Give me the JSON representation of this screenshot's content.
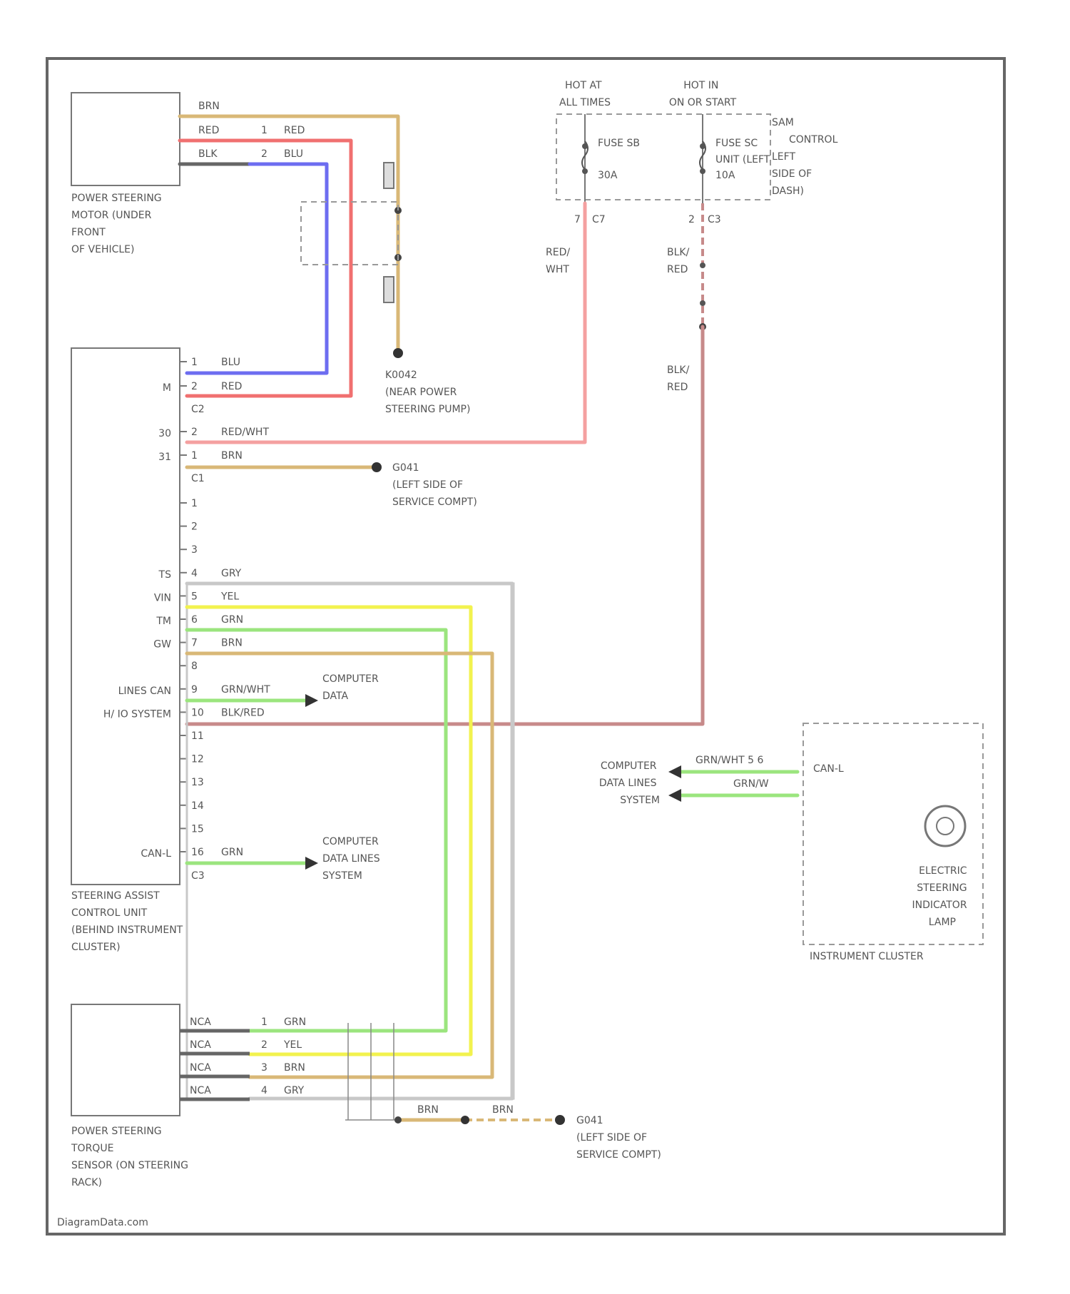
{
  "colors": {
    "brn": "#d9b877",
    "red": "#f07070",
    "blu": "#6d6df0",
    "yel": "#f2f24e",
    "grn": "#9be57e",
    "redwht": "#f4a0a0",
    "blkred": "#c78a8a",
    "gry": "#c8c8c8",
    "blk": "#666666"
  },
  "power": {
    "hot_at_all_times": [
      "HOT AT",
      "ALL TIMES"
    ],
    "hot_in_on_start": [
      "HOT IN",
      "ON OR START"
    ],
    "fuse_sb": "FUSE SB",
    "fuse_sb_amp": "30A",
    "fuse_sc": "FUSE SC",
    "fuse_sc_unit": "UNIT (LEFT",
    "fuse_sc_amp": "10A",
    "fuse_box_desc": [
      "SAM",
      "CONTROL",
      "LEFT",
      "SIDE OF",
      "DASH)"
    ],
    "conn_c7": "C7",
    "conn_c3": "C3",
    "pin_c7": "7",
    "pin_c3": "2",
    "wire_red_wht": [
      "RED/",
      "WHT"
    ],
    "wire_blk_red_top": [
      "BLK/",
      "RED"
    ],
    "wire_blk_red_bottom": [
      "BLK/",
      "RED"
    ]
  },
  "motor": {
    "label": [
      "POWER STEERING",
      "MOTOR (UNDER",
      "FRONT",
      "OF VEHICLE)"
    ],
    "w_brn": "BRN",
    "w_red": "RED",
    "w_blk": "BLK",
    "pin1": "1",
    "pin2": "2",
    "w_red2": "RED",
    "w_blu2": "BLU"
  },
  "ground_pump": {
    "label": "K0042",
    "desc": [
      "(NEAR POWER",
      "STEERING PUMP)"
    ]
  },
  "control_unit": {
    "label": [
      "STEERING ASSIST",
      "CONTROL UNIT",
      "(BEHIND INSTRUMENT",
      "CLUSTER)"
    ],
    "pins_a": [
      {
        "n": "1",
        "name": "",
        "wire": "BLU"
      },
      {
        "n": "2",
        "name": "M",
        "wire": "RED"
      }
    ],
    "conn_c2": "C2",
    "pins_b": [
      {
        "n": "2",
        "name": "30",
        "wire": "RED/WHT"
      },
      {
        "n": "1",
        "name": "31",
        "wire": "BRN"
      }
    ],
    "conn_c1": "C1",
    "pins_c": [
      {
        "n": "1",
        "name": "",
        "wire": ""
      },
      {
        "n": "2",
        "name": "",
        "wire": ""
      },
      {
        "n": "3",
        "name": "",
        "wire": ""
      },
      {
        "n": "4",
        "name": "TS",
        "wire": "GRY"
      },
      {
        "n": "5",
        "name": "VIN",
        "wire": "YEL"
      },
      {
        "n": "6",
        "name": "TM",
        "wire": "GRN"
      },
      {
        "n": "7",
        "name": "GW",
        "wire": "BRN"
      },
      {
        "n": "8",
        "name": "",
        "wire": ""
      },
      {
        "n": "9",
        "name": "LINES CAN",
        "wire": "GRN/WHT"
      },
      {
        "n": "10",
        "name": "H/ IO SYSTEM",
        "wire": "BLK/RED"
      },
      {
        "n": "11",
        "name": "",
        "wire": ""
      },
      {
        "n": "12",
        "name": "",
        "wire": ""
      },
      {
        "n": "13",
        "name": "",
        "wire": ""
      },
      {
        "n": "14",
        "name": "",
        "wire": ""
      },
      {
        "n": "15",
        "name": "",
        "wire": ""
      },
      {
        "n": "16",
        "name": "CAN-L",
        "wire": "GRN"
      }
    ],
    "conn_c3": "C3"
  },
  "ground_dash": {
    "label": "G041",
    "desc": [
      "(LEFT SIDE OF",
      "SERVICE COMPT)"
    ]
  },
  "data_targets": {
    "computer_data_1": [
      "COMPUTER",
      "DATA"
    ],
    "computer_data_2": [
      "COMPUTER",
      "DATA LINES",
      "SYSTEM"
    ]
  },
  "cluster": {
    "label": "INSTRUMENT CLUSTER",
    "can_l": "CAN-L",
    "lamp": [
      "ELECTRIC",
      "STEERING",
      "INDICATOR",
      "LAMP"
    ],
    "w1": "GRN/WHT 5 6",
    "w2": "GRN/W",
    "target": [
      "COMPUTER",
      "DATA LINES",
      "SYSTEM"
    ]
  },
  "torque_sensor": {
    "label": [
      "POWER STEERING",
      "TORQUE",
      "SENSOR (ON STEERING",
      "RACK)"
    ],
    "pins": [
      {
        "n": "1",
        "sig": "NCA",
        "wire": "GRN"
      },
      {
        "n": "2",
        "sig": "NCA",
        "wire": "YEL"
      },
      {
        "n": "3",
        "sig": "NCA",
        "wire": "BRN"
      },
      {
        "n": "4",
        "sig": "NCA",
        "wire": "GRY"
      }
    ],
    "gnd_w1": "BRN",
    "gnd_w2": "BRN"
  },
  "ground_bottom": {
    "label": "G041",
    "desc": [
      "(LEFT SIDE OF",
      "SERVICE COMPT)"
    ]
  },
  "watermark": "DiagramData.com"
}
